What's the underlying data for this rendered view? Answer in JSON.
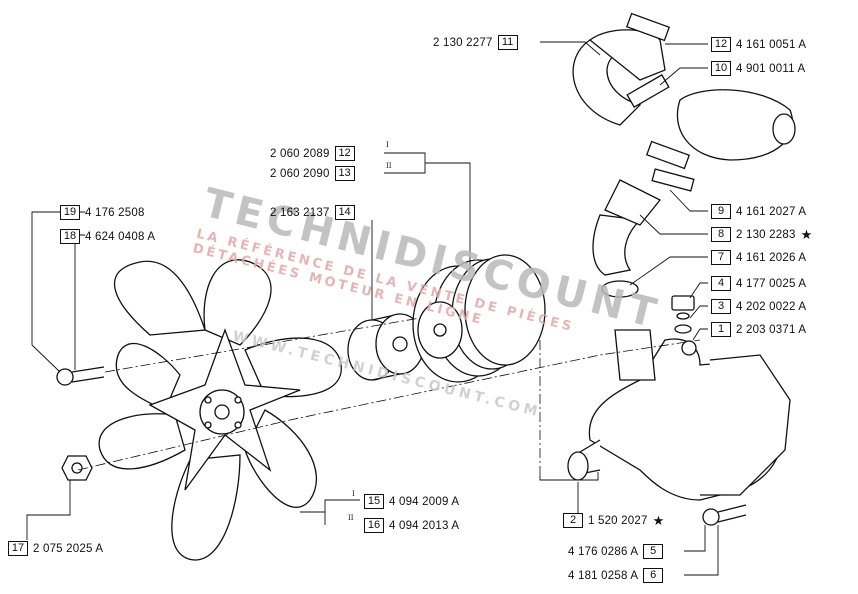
{
  "watermark": {
    "brand": "TECHNIDISCOUNT",
    "tagline_1": "LA RÉFÉRENCE DE LA VENTE DE PIÈCES",
    "tagline_2": "DÉTACHÉES MOTEUR EN LIGNE",
    "url": "WWW.TECHNIDISCOUNT.COM"
  },
  "variant_marks": {
    "one": "I",
    "two": "II"
  },
  "parts": [
    {
      "num": "1",
      "code": "2 203 0371 A"
    },
    {
      "num": "2",
      "code": "1 520 2027",
      "star": "★"
    },
    {
      "num": "3",
      "code": "4 202 0022 A"
    },
    {
      "num": "4",
      "code": "4 177 0025 A"
    },
    {
      "num": "5",
      "code": "4 176 0286 A"
    },
    {
      "num": "6",
      "code": "4 181 0258 A"
    },
    {
      "num": "7",
      "code": "4 161 2026 A"
    },
    {
      "num": "8",
      "code": "2 130 2283",
      "star": "★"
    },
    {
      "num": "9",
      "code": "4 161 2027 A"
    },
    {
      "num": "10",
      "code": "4 901 0011 A"
    },
    {
      "num": "11",
      "code": "2 130 2277"
    },
    {
      "num": "12",
      "code": "4 161 0051 A"
    },
    {
      "num": "12",
      "code": "2 060 2089"
    },
    {
      "num": "13",
      "code": "2 060 2090"
    },
    {
      "num": "14",
      "code": "2 163 2137"
    },
    {
      "num": "15",
      "code": "4 094 2009 A"
    },
    {
      "num": "16",
      "code": "4 094 2013 A"
    },
    {
      "num": "17",
      "code": "2 075 2025 A"
    },
    {
      "num": "18",
      "code": "4 624 0408 A"
    },
    {
      "num": "19",
      "code": "4 176 2508"
    }
  ]
}
